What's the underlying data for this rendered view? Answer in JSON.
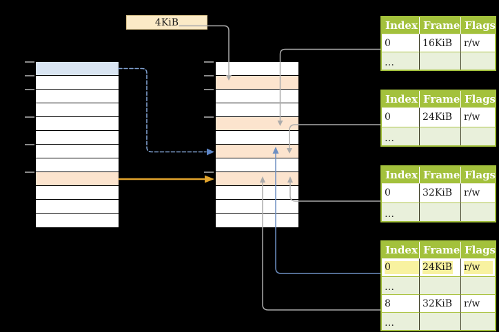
{
  "size_label": "4KiB",
  "memory": {
    "virtual": {
      "rows": [
        "blue",
        "white",
        "white",
        "white",
        "white",
        "white",
        "white",
        "white",
        "peach",
        "white",
        "white",
        "white"
      ],
      "tick_boundaries": [
        0,
        1,
        2,
        4,
        6,
        8
      ]
    },
    "physical": {
      "rows": [
        "white",
        "peach",
        "white",
        "white",
        "peach",
        "white",
        "peach",
        "white",
        "peach",
        "white",
        "white",
        "white"
      ],
      "tick_boundaries": [
        0,
        1,
        2,
        4,
        8
      ]
    }
  },
  "page_tables": [
    {
      "name": "page-table-16kib",
      "headers": [
        "Index",
        "Frame",
        "Flags"
      ],
      "rows": [
        {
          "cells": [
            "0",
            "16KiB",
            "r/w"
          ],
          "variant": "data",
          "highlight": false
        },
        {
          "cells": [
            "…",
            "",
            ""
          ],
          "variant": "ellipsis",
          "highlight": false
        }
      ]
    },
    {
      "name": "page-table-24kib",
      "headers": [
        "Index",
        "Frame",
        "Flags"
      ],
      "rows": [
        {
          "cells": [
            "0",
            "24KiB",
            "r/w"
          ],
          "variant": "data",
          "highlight": false
        },
        {
          "cells": [
            "…",
            "",
            ""
          ],
          "variant": "ellipsis",
          "highlight": false
        }
      ]
    },
    {
      "name": "page-table-32kib",
      "headers": [
        "Index",
        "Frame",
        "Flags"
      ],
      "rows": [
        {
          "cells": [
            "0",
            "32KiB",
            "r/w"
          ],
          "variant": "data",
          "highlight": false
        },
        {
          "cells": [
            "…",
            "",
            ""
          ],
          "variant": "ellipsis",
          "highlight": false
        }
      ]
    },
    {
      "name": "page-table-level2",
      "headers": [
        "Index",
        "Frame",
        "Flags"
      ],
      "rows": [
        {
          "cells": [
            "0",
            "24KiB",
            "r/w"
          ],
          "variant": "data",
          "highlight": true
        },
        {
          "cells": [
            "…",
            "",
            ""
          ],
          "variant": "ellipsis",
          "highlight": false
        },
        {
          "cells": [
            "8",
            "32KiB",
            "r/w"
          ],
          "variant": "data",
          "highlight": false
        },
        {
          "cells": [
            "…",
            "",
            ""
          ],
          "variant": "ellipsis",
          "highlight": false
        }
      ]
    }
  ],
  "colors": {
    "background": "#000000",
    "table_header_green": "#A3C13C",
    "table_row_light_green": "#E9F0DB",
    "highlight_yellow": "#F8F2A0",
    "frame_peach": "#FCE4CE",
    "selected_blue": "#D9E5F2",
    "size_label_cream": "#FBEAC6",
    "connector_gray": "#ABABAB",
    "connector_blue": "#6E8FC2",
    "connector_dashed_blue": "#7FA0CF",
    "connector_dashed_head": "#5C85C6",
    "connector_orange": "#E2A42C"
  }
}
